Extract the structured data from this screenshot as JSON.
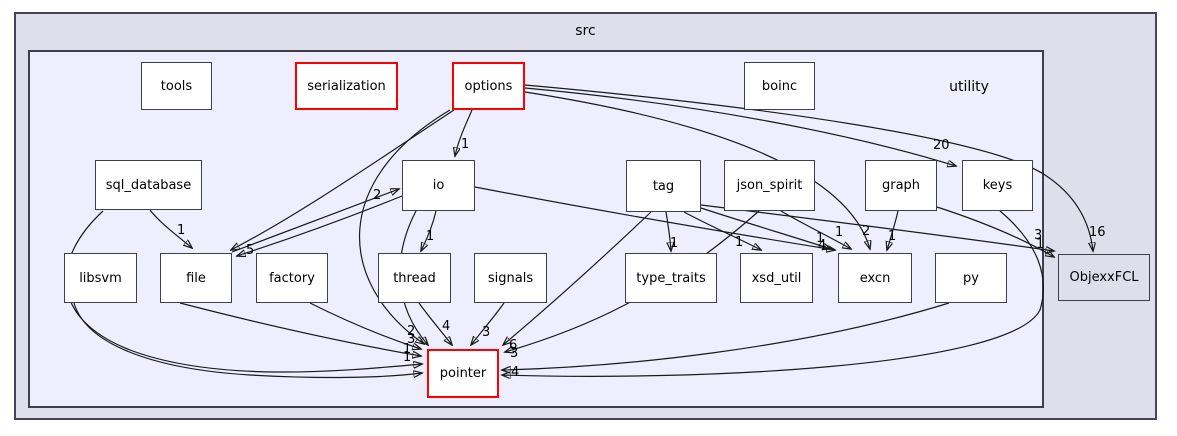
{
  "clusters": {
    "outer_label": "src",
    "inner_label": "utility"
  },
  "nodes": {
    "tools": {
      "label": "tools"
    },
    "serialization": {
      "label": "serialization"
    },
    "options": {
      "label": "options"
    },
    "boinc": {
      "label": "boinc"
    },
    "sql_database": {
      "label": "sql_database"
    },
    "io": {
      "label": "io"
    },
    "tag": {
      "label": "tag"
    },
    "json_spirit": {
      "label": "json_spirit"
    },
    "graph": {
      "label": "graph"
    },
    "keys": {
      "label": "keys"
    },
    "libsvm": {
      "label": "libsvm"
    },
    "file": {
      "label": "file"
    },
    "factory": {
      "label": "factory"
    },
    "thread": {
      "label": "thread"
    },
    "signals": {
      "label": "signals"
    },
    "type_traits": {
      "label": "type_traits"
    },
    "xsd_util": {
      "label": "xsd_util"
    },
    "excn": {
      "label": "excn"
    },
    "py": {
      "label": "py"
    },
    "objexxfcl": {
      "label": "ObjexxFCL"
    },
    "pointer": {
      "label": "pointer"
    }
  },
  "edge_counts": {
    "options_io": "1",
    "file_io": "2",
    "io_file": "5",
    "sql_database_file": "1",
    "io_thread": "1",
    "options_keys": "20",
    "options_objexxfcl": "16",
    "tag_type_traits": "1",
    "tag_xsd_util": "1",
    "tag_excn": "1",
    "io_excn": "4",
    "json_spirit_excn": "1",
    "options_excn": "2",
    "graph_excn": "1",
    "tag_objexxfcl": "3",
    "graph_objexxfcl": "1",
    "thread_pointer": "4",
    "signals_pointer": "3",
    "io_pointer": "2",
    "options_pointer": "3",
    "sql_database_pointer": "1",
    "libsvm_pointer": "1",
    "tag_pointer": "6",
    "json_spirit_pointer": "3",
    "py_pointer": "4"
  },
  "colors": {
    "outer_cluster_fill": "#dfdfec",
    "inner_cluster_fill": "#eeeeff",
    "node_fill": "#ffffff",
    "node_border": "#3f3f4c",
    "highlight_border": "#ff0000",
    "external_node_fill": "#dfdfec",
    "edge_stroke": "#1a1a1a"
  }
}
